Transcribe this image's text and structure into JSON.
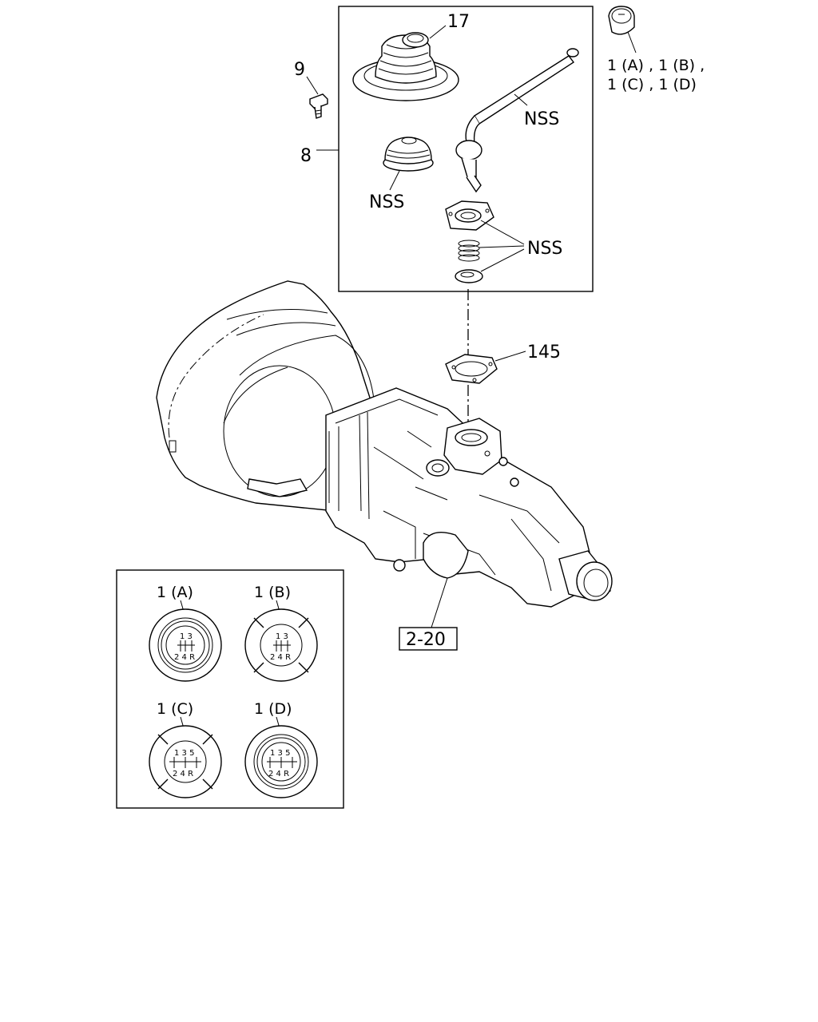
{
  "callouts": {
    "boot_upper": "17",
    "bolt": "9",
    "lever_assembly": "8",
    "lever_nss": "NSS",
    "boot_lower_nss": "NSS",
    "spring_parts_nss": "NSS",
    "gasket": "145",
    "knob_variants_line1": "1 (A) , 1 (B) ,",
    "knob_variants_line2": "1 (C) , 1 (D)",
    "reference_ref": "2-20"
  },
  "knob_variants": [
    {
      "label": "1 (A)",
      "pattern_top": "1 3",
      "pattern_bottom": "2 4 R"
    },
    {
      "label": "1 (B)",
      "pattern_top": "1 3",
      "pattern_bottom": "2 4 R"
    },
    {
      "label": "1 (C)",
      "pattern_top": "1 3 5",
      "pattern_bottom": "2 4 R"
    },
    {
      "label": "1 (D)",
      "pattern_top": "1 3 5",
      "pattern_bottom": "2 4 R"
    }
  ]
}
